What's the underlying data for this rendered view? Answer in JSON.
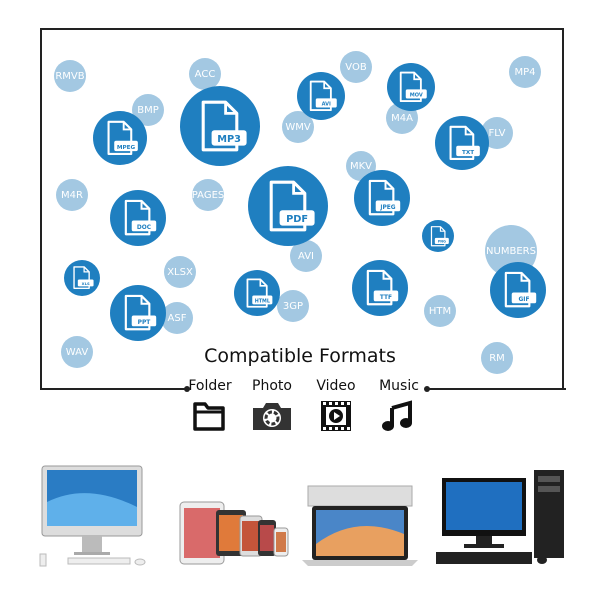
{
  "title": "Compatible Formats",
  "colors": {
    "dark": "#1f7fc0",
    "light": "#a3c8e2"
  },
  "light_formats": [
    "RMVB",
    "ACC",
    "BMP",
    "WMV",
    "VOB",
    "M4A",
    "MP4",
    "FLV",
    "M4R",
    "PAGES",
    "MKV",
    "AVI",
    "NUMBERS",
    "XLSX",
    "ASF",
    "3GP",
    "HTM",
    "WAV",
    "RM"
  ],
  "file_formats": [
    "MPEG",
    "MP3",
    "AVI",
    "MOV",
    "TXT",
    "DOC",
    "PDF",
    "JPEG",
    "PNG",
    "XLS",
    "PPT",
    "HTML",
    "TTF",
    "GIF"
  ],
  "categories": [
    {
      "label": "Folder",
      "icon": "folder-icon"
    },
    {
      "label": "Photo",
      "icon": "camera-icon"
    },
    {
      "label": "Video",
      "icon": "film-icon"
    },
    {
      "label": "Music",
      "icon": "music-note-icon"
    }
  ],
  "devices": [
    "imac",
    "ipad-iphone-family",
    "macbook",
    "windows-pc"
  ]
}
